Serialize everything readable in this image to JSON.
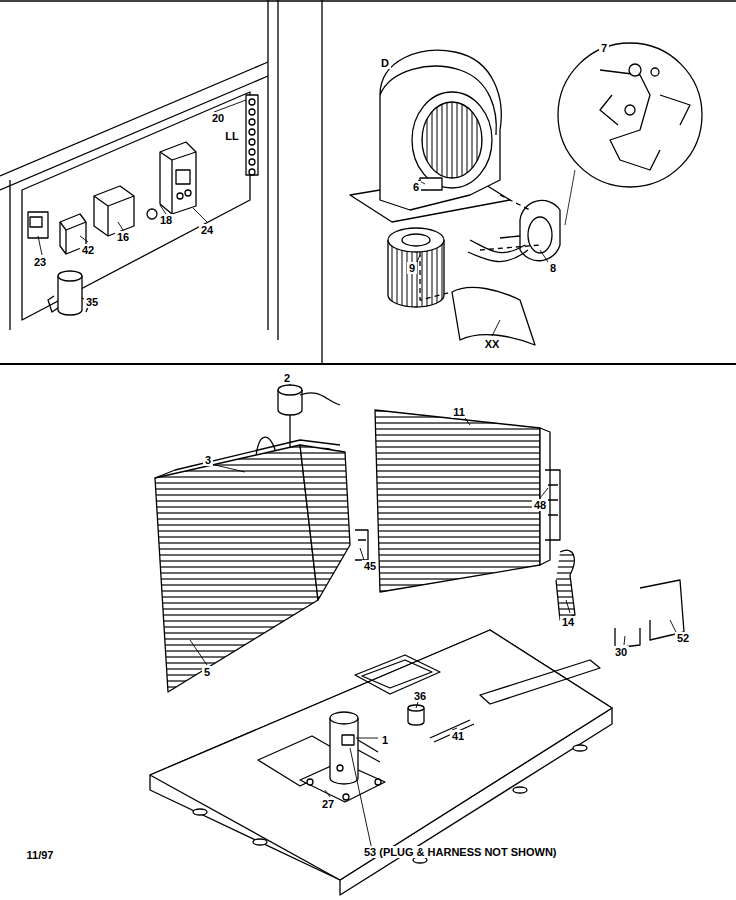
{
  "diagram": {
    "labels": [
      "20",
      "LL",
      "23",
      "42",
      "16",
      "18",
      "24",
      "35",
      "D",
      "7",
      "6",
      "8",
      "9",
      "XX",
      "2",
      "3",
      "11",
      "48",
      "45",
      "5",
      "14",
      "52",
      "30",
      "36",
      "41",
      "1",
      "27",
      "53 (PLUG & HARNESS NOT SHOWN)",
      "11/97"
    ]
  }
}
